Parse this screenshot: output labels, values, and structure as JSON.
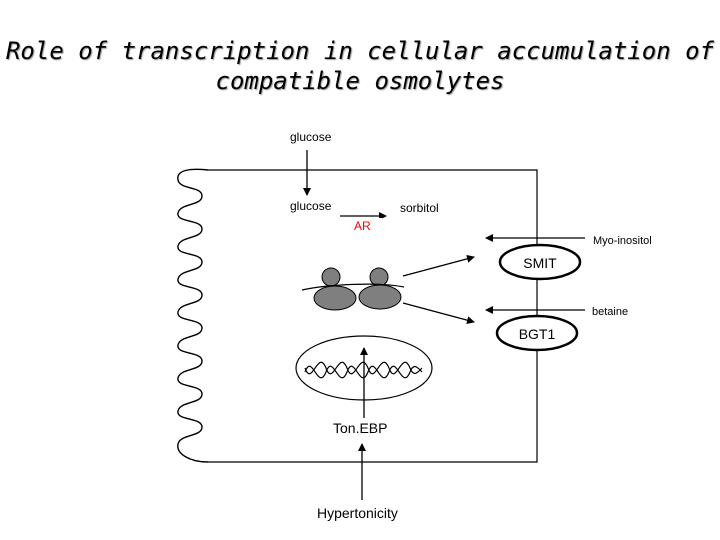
{
  "title": {
    "line1": "Role of transcription in cellular accumulation of",
    "line2": "compatible osmolytes"
  },
  "labels": {
    "glucose_outside": "glucose",
    "glucose_inside": "glucose",
    "sorbitol": "sorbitol",
    "ar": "AR",
    "myo_inositol": "Myo-inositol",
    "smit": "SMIT",
    "betaine": "betaine",
    "bgt1": "BGT1",
    "tonebp": "Ton.EBP",
    "hypertonicity": "Hypertonicity"
  },
  "colors": {
    "ar_label": "#ff0000",
    "nucleus_shapes": "#7f7f7f",
    "ink": "#000000"
  }
}
